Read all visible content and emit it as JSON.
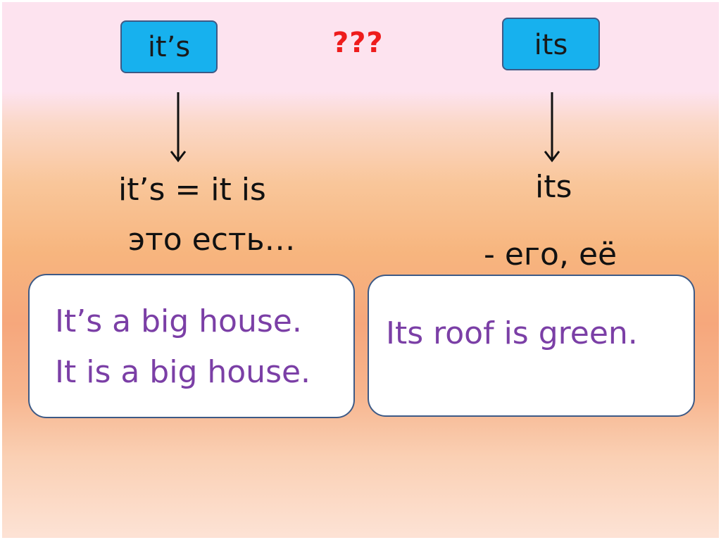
{
  "slide": {
    "colors": {
      "label_box_fill": "#17b1ee",
      "question_marks": "#ee1c1c",
      "example_text": "#7b3fa6"
    },
    "left": {
      "label": "it’s",
      "explanation": "it’s = it is",
      "translation": "это есть…",
      "examples": [
        "It’s a big house.",
        "It is a big house."
      ]
    },
    "middle": {
      "question": "???"
    },
    "right": {
      "label": "its",
      "explanation": "its",
      "translation": "- его, её",
      "examples": [
        "Its roof is green."
      ]
    }
  }
}
